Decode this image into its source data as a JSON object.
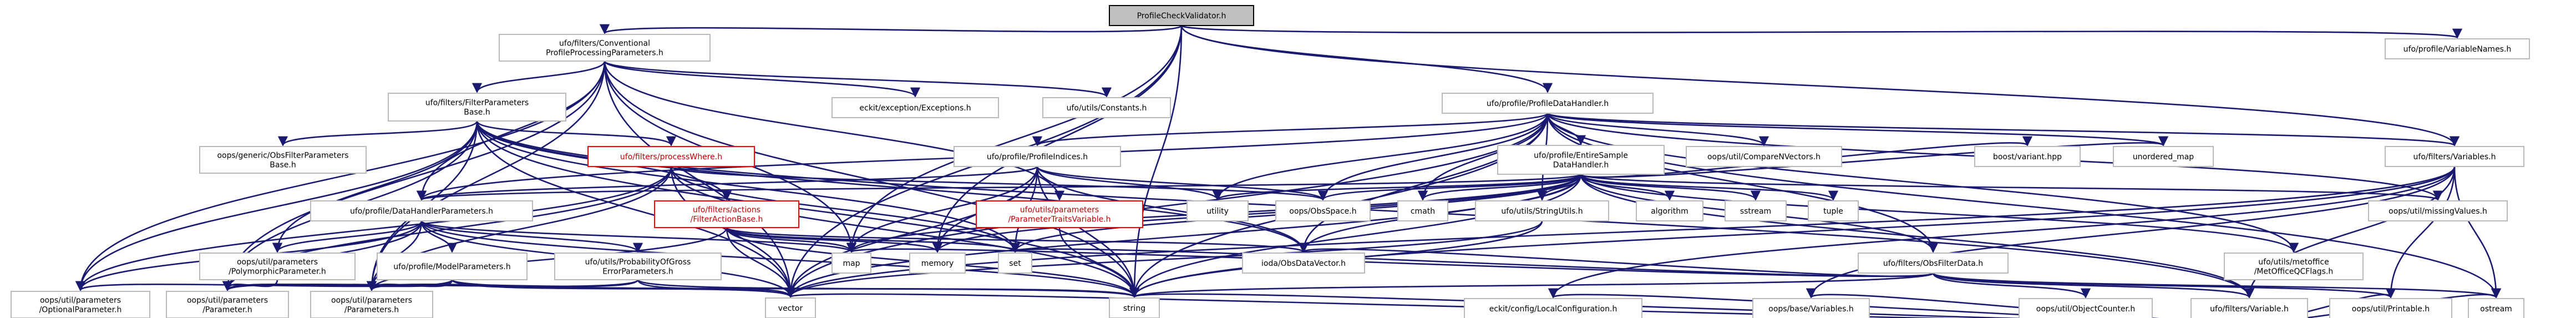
{
  "graph_title": "ProfileCheckValidator.h",
  "colors": {
    "edge": "#191970",
    "root_fill": "#bfbfbf",
    "node_border": "#b9b9b9",
    "truncated_border": "#ff0000"
  },
  "nodes": [
    {
      "id": "root",
      "lines": [
        "ProfileCheckValidator.h"
      ],
      "style": "root"
    },
    {
      "id": "cppp",
      "lines": [
        "ufo/filters/Conventional",
        "ProfileProcessingParameters.h"
      ]
    },
    {
      "id": "pvn",
      "lines": [
        "ufo/profile/VariableNames.h"
      ]
    },
    {
      "id": "pdh",
      "lines": [
        "ufo/profile/ProfileDataHandler.h"
      ]
    },
    {
      "id": "fpb",
      "lines": [
        "ufo/filters/FilterParameters",
        "Base.h"
      ]
    },
    {
      "id": "eckitex",
      "lines": [
        "eckit/exception/Exceptions.h"
      ]
    },
    {
      "id": "const",
      "lines": [
        "ufo/utils/Constants.h"
      ]
    },
    {
      "id": "cmpv",
      "lines": [
        "oops/util/CompareNVectors.h"
      ]
    },
    {
      "id": "gofp",
      "lines": [
        "oops/generic/ObsFilterParameters",
        "Base.h"
      ]
    },
    {
      "id": "pw",
      "lines": [
        "ufo/filters/processWhere.h"
      ],
      "style": "red"
    },
    {
      "id": "pi",
      "lines": [
        "ufo/profile/ProfileIndices.h"
      ]
    },
    {
      "id": "esdh",
      "lines": [
        "ufo/profile/EntireSample",
        "DataHandler.h"
      ]
    },
    {
      "id": "fab",
      "lines": [
        "ufo/filters/actions",
        "/FilterActionBase.h"
      ],
      "style": "red"
    },
    {
      "id": "ptv",
      "lines": [
        "ufo/utils/parameters",
        "/ParameterTraitsVariable.h"
      ],
      "style": "red"
    },
    {
      "id": "utility",
      "lines": [
        "utility"
      ]
    },
    {
      "id": "obsspace",
      "lines": [
        "oops/ObsSpace.h"
      ]
    },
    {
      "id": "cmath",
      "lines": [
        "cmath"
      ]
    },
    {
      "id": "strutils",
      "lines": [
        "ufo/utils/StringUtils.h"
      ]
    },
    {
      "id": "algorithm",
      "lines": [
        "algorithm"
      ]
    },
    {
      "id": "sstream",
      "lines": [
        "sstream"
      ]
    },
    {
      "id": "tuple",
      "lines": [
        "tuple"
      ]
    },
    {
      "id": "ofd",
      "lines": [
        "ufo/filters/ObsFilterData.h"
      ]
    },
    {
      "id": "umap",
      "lines": [
        "unordered_map"
      ]
    },
    {
      "id": "bvar",
      "lines": [
        "boost/variant.hpp"
      ]
    },
    {
      "id": "missing",
      "lines": [
        "oops/util/missingValues.h"
      ]
    },
    {
      "id": "metoffice",
      "lines": [
        "ufo/utils/metoffice",
        "/MetOfficeQCFlags.h"
      ]
    },
    {
      "id": "fvars",
      "lines": [
        "ufo/filters/Variables.h"
      ]
    },
    {
      "id": "pdhp",
      "lines": [
        "ufo/profile/DataHandlerParameters.h"
      ]
    },
    {
      "id": "polyp",
      "lines": [
        "oops/util/parameters",
        "/PolymorphicParameter.h"
      ]
    },
    {
      "id": "map",
      "lines": [
        "map"
      ]
    },
    {
      "id": "memory",
      "lines": [
        "memory"
      ]
    },
    {
      "id": "set",
      "lines": [
        "set"
      ]
    },
    {
      "id": "ioda",
      "lines": [
        "ioda/ObsDataVector.h"
      ]
    },
    {
      "id": "objcnt",
      "lines": [
        "oops/util/ObjectCounter.h"
      ]
    },
    {
      "id": "fvar",
      "lines": [
        "ufo/filters/Variable.h"
      ]
    },
    {
      "id": "mlp",
      "lines": [
        "ufo/profile/ModelParameters.h"
      ]
    },
    {
      "id": "pgep",
      "lines": [
        "ufo/utils/ProbabilityOfGross",
        "ErrorParameters.h"
      ]
    },
    {
      "id": "optp",
      "lines": [
        "oops/util/parameters",
        "/OptionalParameter.h"
      ]
    },
    {
      "id": "param",
      "lines": [
        "oops/util/parameters",
        "/Parameter.h"
      ]
    },
    {
      "id": "params",
      "lines": [
        "oops/util/parameters",
        "/Parameters.h"
      ]
    },
    {
      "id": "vector",
      "lines": [
        "vector"
      ]
    },
    {
      "id": "string",
      "lines": [
        "string"
      ]
    },
    {
      "id": "eckitcfg",
      "lines": [
        "eckit/config/LocalConfiguration.h"
      ]
    },
    {
      "id": "baseVars",
      "lines": [
        "oops/base/Variables.h"
      ]
    },
    {
      "id": "printable",
      "lines": [
        "oops/util/Printable.h"
      ]
    },
    {
      "id": "ostream",
      "lines": [
        "ostream"
      ]
    }
  ],
  "edges": [
    [
      "root",
      "cppp"
    ],
    [
      "root",
      "pvn"
    ],
    [
      "root",
      "pdh"
    ],
    [
      "root",
      "map"
    ],
    [
      "root",
      "vector"
    ],
    [
      "root",
      "string"
    ],
    [
      "root",
      "memory"
    ],
    [
      "root",
      "fvars"
    ],
    [
      "cppp",
      "fpb"
    ],
    [
      "cppp",
      "eckitex"
    ],
    [
      "cppp",
      "const"
    ],
    [
      "cppp",
      "pdhp"
    ],
    [
      "cppp",
      "ptv"
    ],
    [
      "cppp",
      "optp"
    ],
    [
      "cppp",
      "param"
    ],
    [
      "cppp",
      "params"
    ],
    [
      "cppp",
      "vector"
    ],
    [
      "cppp",
      "map"
    ],
    [
      "cppp",
      "string"
    ],
    [
      "pdh",
      "pi"
    ],
    [
      "pdh",
      "esdh"
    ],
    [
      "pdh",
      "cmpv"
    ],
    [
      "pdh",
      "missing"
    ],
    [
      "pdh",
      "metoffice"
    ],
    [
      "pdh",
      "fvars"
    ],
    [
      "pdh",
      "ofd"
    ],
    [
      "pdh",
      "strutils"
    ],
    [
      "pdh",
      "obsspace"
    ],
    [
      "pdh",
      "utility"
    ],
    [
      "pdh",
      "ioda"
    ],
    [
      "pdh",
      "pdhp"
    ],
    [
      "pdh",
      "umap"
    ],
    [
      "pdh",
      "cmath"
    ],
    [
      "pdh",
      "vector"
    ],
    [
      "pdh",
      "string"
    ],
    [
      "pdh",
      "ostream"
    ],
    [
      "fpb",
      "gofp"
    ],
    [
      "fpb",
      "pw"
    ],
    [
      "fpb",
      "fab"
    ],
    [
      "fpb",
      "polyp"
    ],
    [
      "fpb",
      "optp"
    ],
    [
      "fpb",
      "param"
    ],
    [
      "fpb",
      "params"
    ],
    [
      "fpb",
      "vector"
    ],
    [
      "fpb",
      "string"
    ],
    [
      "fpb",
      "set"
    ],
    [
      "fpb",
      "ioda"
    ],
    [
      "fpb",
      "fvar"
    ],
    [
      "pw",
      "obsspace"
    ],
    [
      "pw",
      "param"
    ],
    [
      "pw",
      "params"
    ],
    [
      "pw",
      "set"
    ],
    [
      "pw",
      "vector"
    ],
    [
      "pw",
      "string"
    ],
    [
      "pw",
      "optp"
    ],
    [
      "pi",
      "pdhp"
    ],
    [
      "pi",
      "obsspace"
    ],
    [
      "pi",
      "map"
    ],
    [
      "pi",
      "memory"
    ],
    [
      "pi",
      "set"
    ],
    [
      "pi",
      "vector"
    ],
    [
      "pi",
      "string"
    ],
    [
      "pi",
      "utility"
    ],
    [
      "pi",
      "ioda"
    ],
    [
      "esdh",
      "strutils"
    ],
    [
      "esdh",
      "algorithm"
    ],
    [
      "esdh",
      "sstream"
    ],
    [
      "esdh",
      "tuple"
    ],
    [
      "esdh",
      "obsspace"
    ],
    [
      "esdh",
      "cmath"
    ],
    [
      "esdh",
      "umap"
    ],
    [
      "esdh",
      "bvar"
    ],
    [
      "esdh",
      "missing"
    ],
    [
      "esdh",
      "metoffice"
    ],
    [
      "esdh",
      "ofd"
    ],
    [
      "esdh",
      "fvar"
    ],
    [
      "esdh",
      "map"
    ],
    [
      "esdh",
      "memory"
    ],
    [
      "esdh",
      "set"
    ],
    [
      "esdh",
      "vector"
    ],
    [
      "esdh",
      "string"
    ],
    [
      "esdh",
      "ioda"
    ],
    [
      "esdh",
      "pdhp"
    ],
    [
      "esdh",
      "utility"
    ],
    [
      "fab",
      "ioda"
    ],
    [
      "fab",
      "params"
    ],
    [
      "fab",
      "vector"
    ],
    [
      "fab",
      "string"
    ],
    [
      "fab",
      "map"
    ],
    [
      "fab",
      "memory"
    ],
    [
      "fab",
      "set"
    ],
    [
      "ptv",
      "string"
    ],
    [
      "strutils",
      "string"
    ],
    [
      "strutils",
      "vector"
    ],
    [
      "ofd",
      "objcnt"
    ],
    [
      "ofd",
      "fvar"
    ],
    [
      "ofd",
      "ioda"
    ],
    [
      "ofd",
      "map"
    ],
    [
      "ofd",
      "set"
    ],
    [
      "ofd",
      "string"
    ],
    [
      "ofd",
      "ostream"
    ],
    [
      "ofd",
      "printable"
    ],
    [
      "fvars",
      "fvar"
    ],
    [
      "fvars",
      "baseVars"
    ],
    [
      "fvars",
      "printable"
    ],
    [
      "fvars",
      "eckitcfg"
    ],
    [
      "fvars",
      "vector"
    ],
    [
      "fvars",
      "string"
    ],
    [
      "fvars",
      "ostream"
    ],
    [
      "fvar",
      "eckitcfg"
    ],
    [
      "fvar",
      "baseVars"
    ],
    [
      "fvar",
      "printable"
    ],
    [
      "fvar",
      "string"
    ],
    [
      "fvar",
      "vector"
    ],
    [
      "fvar",
      "ostream"
    ],
    [
      "pdhp",
      "polyp"
    ],
    [
      "pdhp",
      "mlp"
    ],
    [
      "pdhp",
      "pgep"
    ],
    [
      "pdhp",
      "optp"
    ],
    [
      "pdhp",
      "param"
    ],
    [
      "pdhp",
      "params"
    ],
    [
      "pdhp",
      "map"
    ],
    [
      "pdhp",
      "vector"
    ],
    [
      "pdhp",
      "string"
    ],
    [
      "mlp",
      "optp"
    ],
    [
      "mlp",
      "param"
    ],
    [
      "mlp",
      "params"
    ],
    [
      "mlp",
      "vector"
    ],
    [
      "mlp",
      "string"
    ],
    [
      "pgep",
      "param"
    ],
    [
      "pgep",
      "params"
    ],
    [
      "pgep",
      "vector"
    ],
    [
      "pgep",
      "string"
    ],
    [
      "polyp",
      "param"
    ]
  ]
}
